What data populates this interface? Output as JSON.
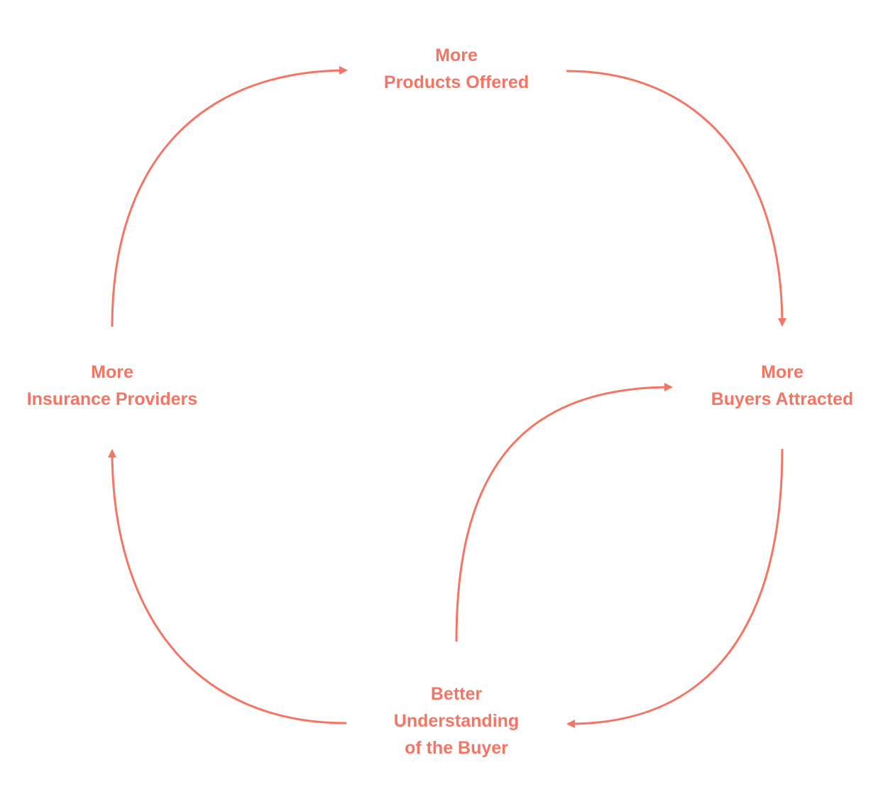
{
  "colors": {
    "accent": "#f47563",
    "background": "#ffffff"
  },
  "nodes": {
    "top": {
      "lines": [
        "More",
        "Products Offered"
      ]
    },
    "left": {
      "lines": [
        "More",
        "Insurance Providers"
      ]
    },
    "right": {
      "lines": [
        "More",
        "Buyers Attracted"
      ]
    },
    "bottom": {
      "lines": [
        "Better",
        "Understanding",
        "of the Buyer"
      ]
    }
  },
  "edges": [
    {
      "from": "left",
      "to": "top"
    },
    {
      "from": "top",
      "to": "right"
    },
    {
      "from": "right",
      "to": "bottom"
    },
    {
      "from": "bottom",
      "to": "left"
    },
    {
      "from": "bottom",
      "to": "right"
    }
  ]
}
